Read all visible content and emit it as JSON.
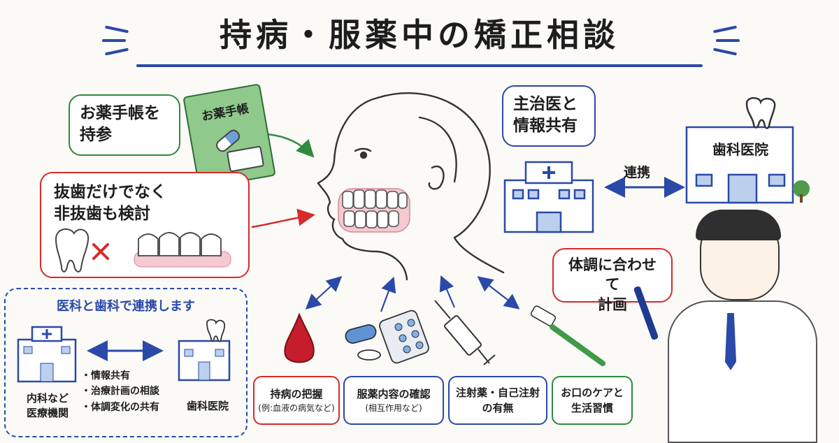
{
  "title": "持病・服薬中の矯正相談",
  "notes": {
    "medication_notebook": "お薬手帳を\n持参",
    "notebook_cover": "お薬手帳",
    "extraction": "抜歯だけでなく\n非抜歯も検討",
    "share_doctor": "主治医と\n情報共有",
    "plan": "体調に合わせて\n計画"
  },
  "dental_clinic": "歯科医院",
  "link_label": "連携",
  "collab_panel": {
    "heading": "医科と歯科で連携します",
    "medical_label": "内科など\n医療機関",
    "dental_label": "歯科医院",
    "items": [
      "・情報共有",
      "・治療計画の相談",
      "・体調変化の共有"
    ]
  },
  "chips": [
    {
      "main": "持病の把握",
      "sub": "(例:血液の病気など)",
      "color": "#d52b2b"
    },
    {
      "main": "服薬内容の確認",
      "sub": "(相互作用など)",
      "color": "#2a49a8"
    },
    {
      "main": "注射薬・自己注射\nの有無",
      "sub": "",
      "color": "#2a49a8"
    },
    {
      "main": "お口のケアと\n生活習慣",
      "sub": "",
      "color": "#2e8a3e"
    }
  ],
  "colors": {
    "blue": "#2a49a8",
    "green": "#2e8a3e",
    "red": "#d52b2b"
  }
}
